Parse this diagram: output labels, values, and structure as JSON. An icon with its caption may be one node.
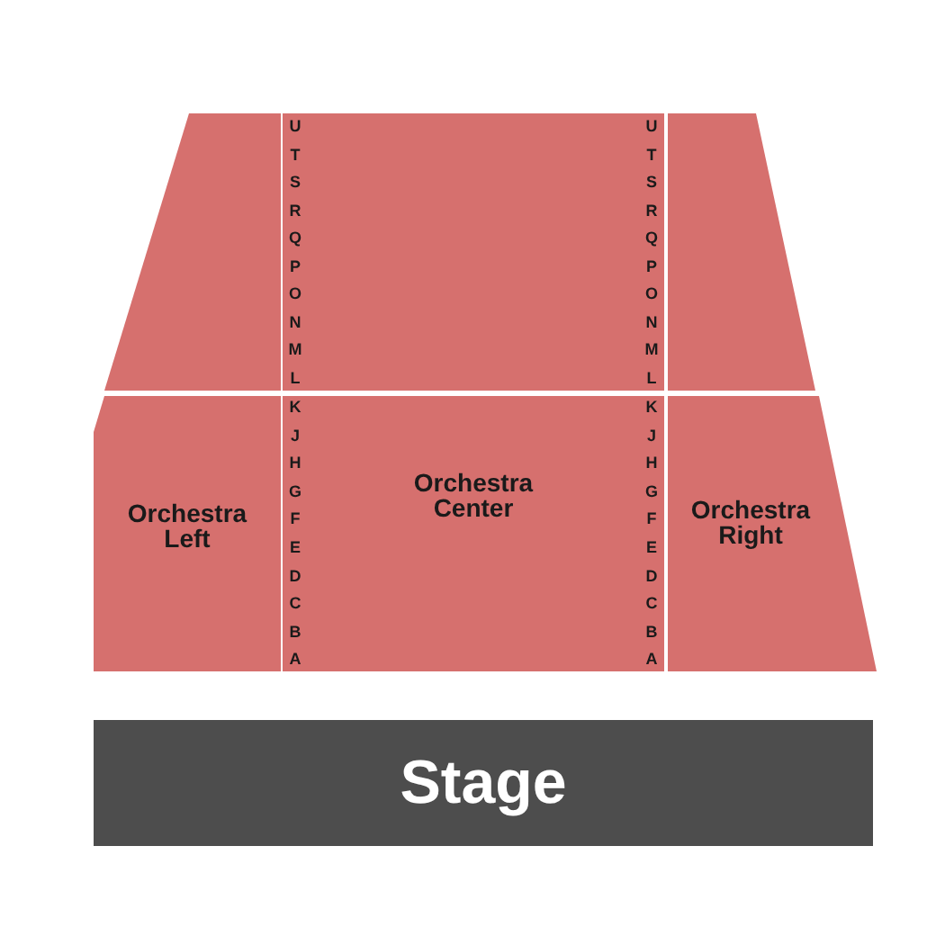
{
  "diagram": {
    "nodes": [
      {
        "text": [],
        "shape": "box"
      },
      {
        "text": [],
        "shape": "box"
      },
      {
        "text": [],
        "shape": "box"
      },
      {
        "text": [
          "Orchestra Left"
        ]
      },
      {
        "text": [
          "Orchestra Center"
        ]
      },
      {
        "text": [
          "Orchestra Right"
        ]
      },
      {
        "text": [
          "Stage"
        ]
      }
    ],
    "labels": [
      "U",
      "U",
      "T",
      "T",
      "S",
      "S",
      "R",
      "R",
      "Q",
      "Q",
      "P",
      "P",
      "O",
      "O",
      "N",
      "N",
      "M",
      "M",
      "L",
      "L",
      "K",
      "K",
      "J",
      "J",
      "H",
      "H",
      "G",
      "G",
      "F",
      "F",
      "E",
      "E",
      "D",
      "D",
      "C",
      "C",
      "B",
      "B",
      "A",
      "A"
    ]
  }
}
